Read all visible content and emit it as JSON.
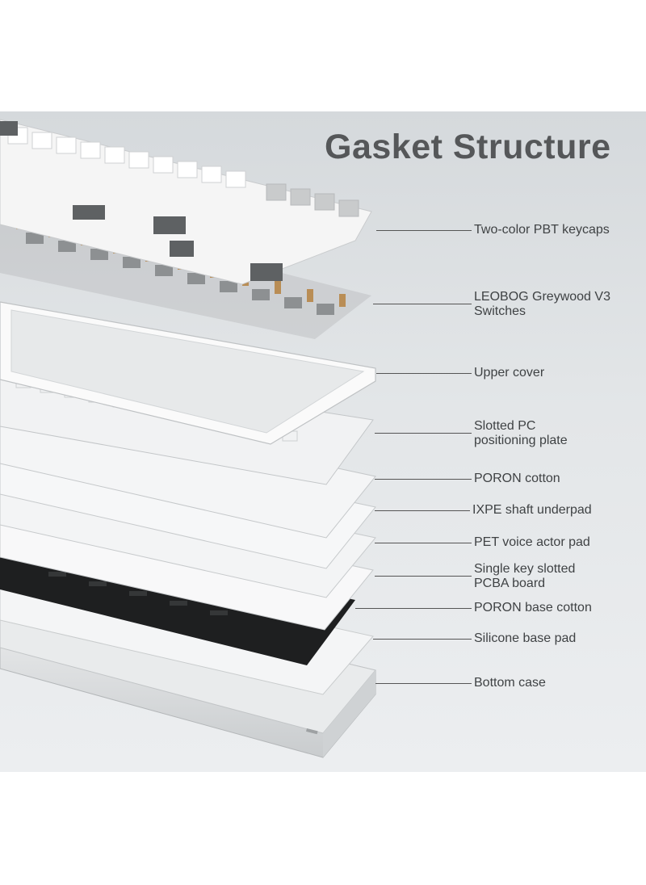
{
  "title": "Gasket Structure",
  "callouts": [
    {
      "id": "keycaps",
      "label": "Two-color PBT keycaps"
    },
    {
      "id": "switches",
      "label": "LEOBOG Greywood V3 Switches"
    },
    {
      "id": "upper-cover",
      "label": "Upper cover"
    },
    {
      "id": "plate",
      "label": "Slotted PC positioning plate"
    },
    {
      "id": "poron-cotton",
      "label": "PORON cotton"
    },
    {
      "id": "ixpe",
      "label": "IXPE shaft underpad"
    },
    {
      "id": "pet",
      "label": "PET voice actor pad"
    },
    {
      "id": "pcba",
      "label": "Single key slotted PCBA board"
    },
    {
      "id": "poron-base",
      "label": "PORON base cotton"
    },
    {
      "id": "silicone",
      "label": "Silicone base pad"
    },
    {
      "id": "bottom-case",
      "label": "Bottom case"
    }
  ],
  "colors": {
    "panel": "#dfe2e4",
    "title": "#555759",
    "label": "#3f4244",
    "leader": "#555555"
  }
}
